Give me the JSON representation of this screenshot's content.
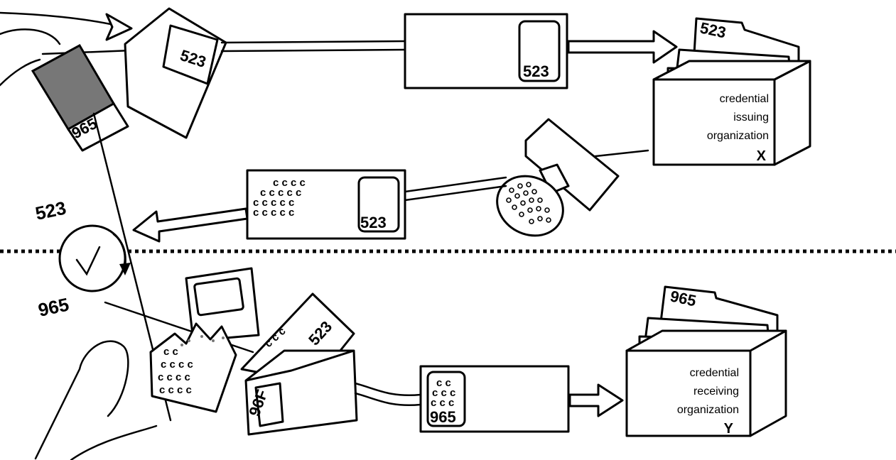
{
  "top": {
    "card_number": "523",
    "card_number_fragment": "523",
    "stub_number": "965",
    "plain_envelope_number": "523",
    "signed_envelope_number": "523",
    "signed_envelope_marks": [
      "c c c c",
      "c c c c c",
      "c c c c c",
      "c c c c c"
    ],
    "file_tab": "523",
    "org_line1": "credential",
    "org_line2": "issuing",
    "org_line3": "organization",
    "org_letter": "X"
  },
  "clock": {
    "above_number": "523",
    "below_number": "965"
  },
  "bottom": {
    "torn_card_marks": [
      "c c",
      "c c c c",
      "c c c c",
      "c c c c",
      "c c c"
    ],
    "torn_card_number": "523",
    "envelope_number": "96F",
    "signed_envelope_number": "965",
    "signed_envelope_marks": [
      "c c",
      "c c c",
      "c c c"
    ],
    "file_tab": "965",
    "org_line1": "credential",
    "org_line2": "receiving",
    "org_line3": "organization",
    "org_letter": "Y"
  }
}
